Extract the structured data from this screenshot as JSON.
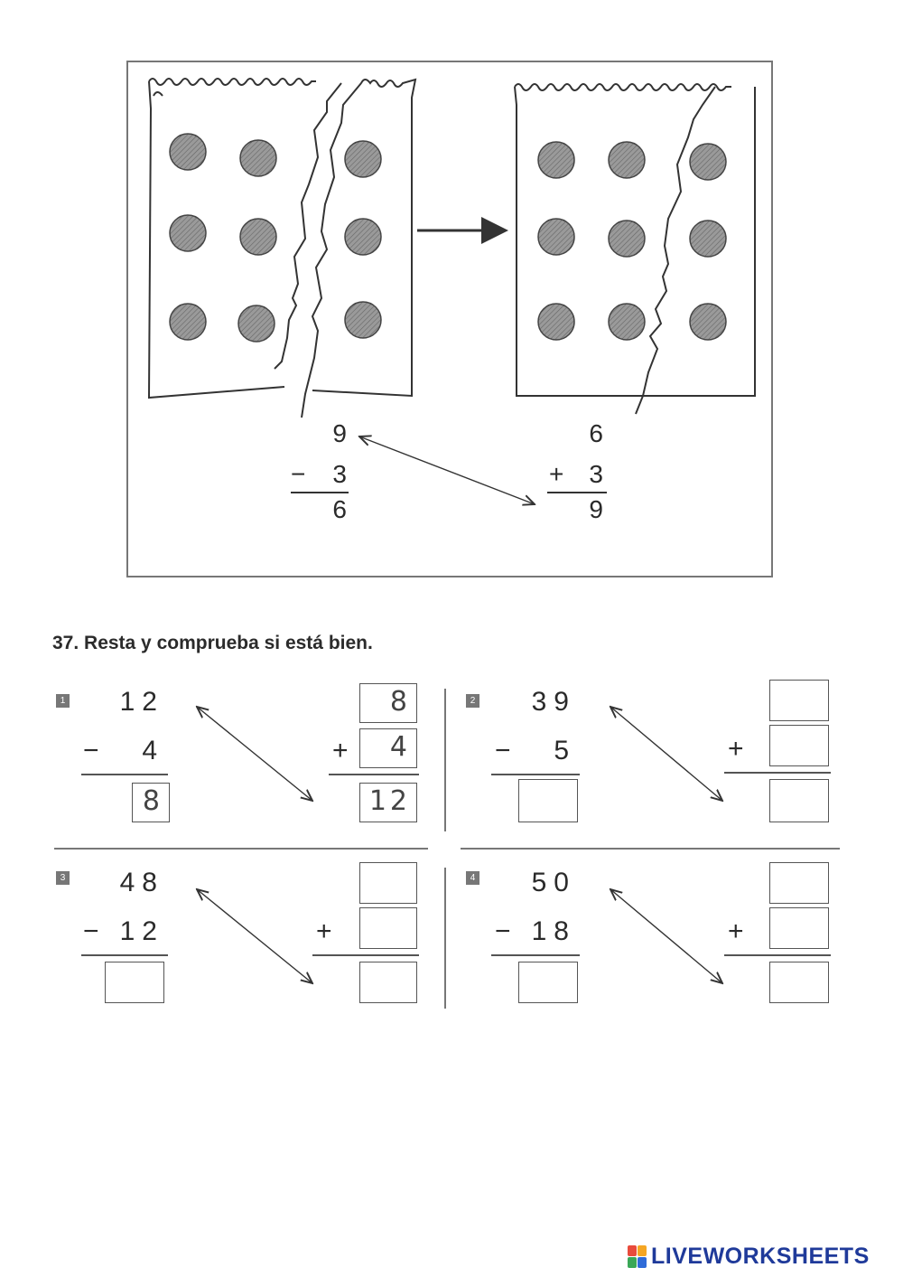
{
  "illustration": {
    "left_dots": 9,
    "right_dots": 9,
    "left_op": {
      "top": "9",
      "sign": "−",
      "operand": "3",
      "result": "6"
    },
    "right_op": {
      "top": "6",
      "sign": "+",
      "operand": "3",
      "result": "9"
    }
  },
  "exercise": {
    "heading": "37. Resta y comprueba si está bien.",
    "items": [
      {
        "badge": "1",
        "minuend": "12",
        "sign_minus": "−",
        "subtrahend": "4",
        "answer": "8",
        "sign_plus": "+",
        "check_top": "8",
        "check_mid": "4",
        "check_sum": "12"
      },
      {
        "badge": "2",
        "minuend": "39",
        "sign_minus": "−",
        "subtrahend": "5",
        "answer": "",
        "sign_plus": "+",
        "check_top": "",
        "check_mid": "",
        "check_sum": ""
      },
      {
        "badge": "3",
        "minuend": "48",
        "sign_minus": "−",
        "subtrahend": "12",
        "answer": "",
        "sign_plus": "+",
        "check_top": "",
        "check_mid": "",
        "check_sum": ""
      },
      {
        "badge": "4",
        "minuend": "50",
        "sign_minus": "−",
        "subtrahend": "18",
        "answer": "",
        "sign_plus": "+",
        "check_top": "",
        "check_mid": "",
        "check_sum": ""
      }
    ]
  },
  "footer": {
    "brand": "LIVEWORKSHEETS",
    "logo_colors": [
      "#e94b3c",
      "#f5a623",
      "#3aa757",
      "#2f6bd8"
    ]
  }
}
